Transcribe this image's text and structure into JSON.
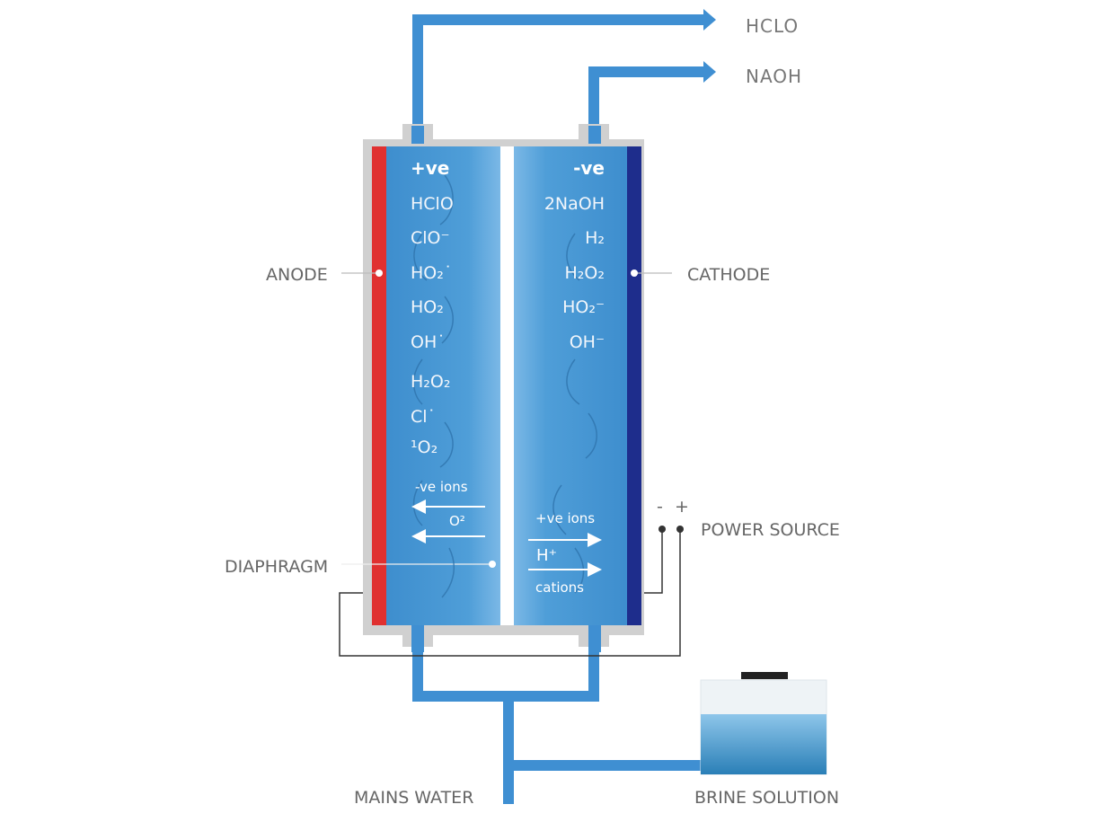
{
  "outputs": {
    "top": "HCLO",
    "second": "NAOH"
  },
  "labels": {
    "anode": "ANODE",
    "cathode": "CATHODE",
    "power_source": "POWER SOURCE",
    "diaphragm": "DIAPHRAGM",
    "mains_water": "MAINS WATER",
    "brine_solution": "BRINE SOLUTION",
    "minus": "-",
    "plus": "+"
  },
  "anode_chamber": {
    "polarity": "+ve",
    "species": [
      "HClO",
      "ClO⁻",
      "HO₂˙",
      "HO₂",
      "OH˙",
      "H₂O₂",
      "Cl˙",
      "¹O₂"
    ],
    "ions_label": "-ve ions",
    "ion": "O²"
  },
  "cathode_chamber": {
    "polarity": "-ve",
    "species": [
      "2NaOH",
      "H₂",
      "H₂O₂",
      "HO₂⁻",
      "OH⁻"
    ],
    "ions_label": "+ve ions",
    "ion": "H⁺",
    "cations_label": "cations"
  },
  "colors": {
    "pipe": "#3f8fd2",
    "anode": "#e03030",
    "cathode": "#1e2d8c",
    "chamber": "#4a98d4",
    "casing": "#cfcfcf"
  }
}
